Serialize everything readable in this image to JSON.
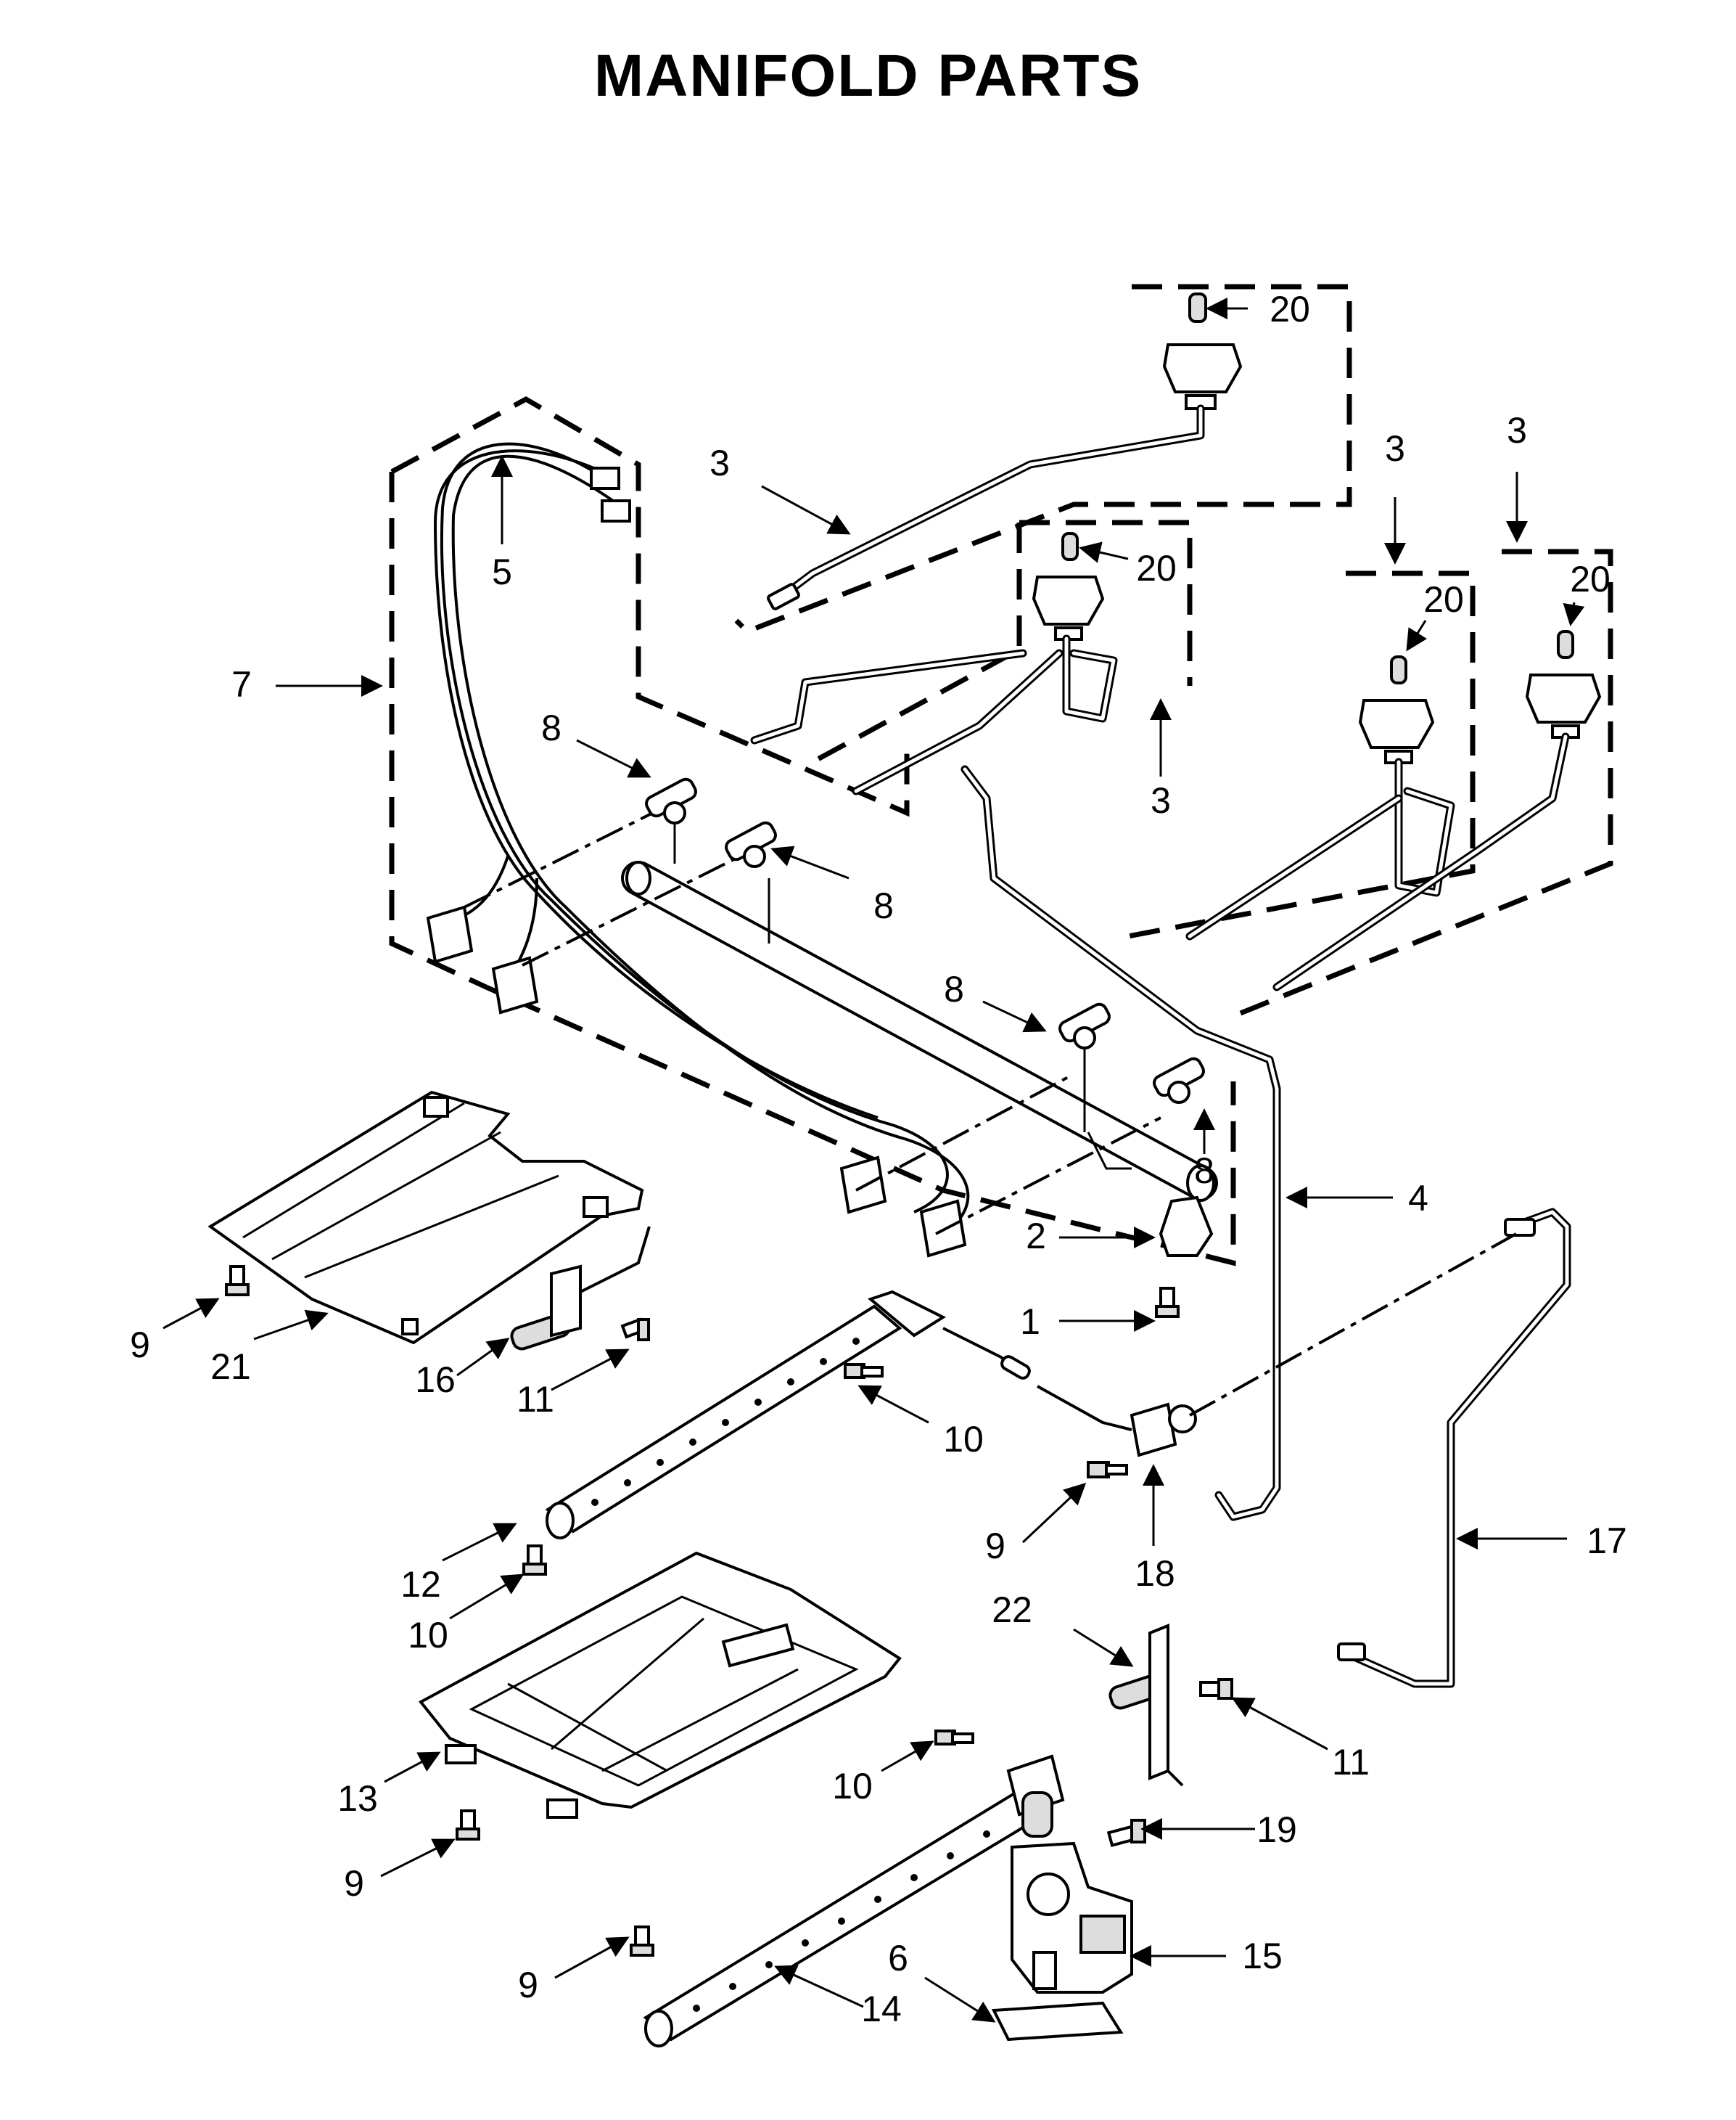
{
  "title": "MANIFOLD PARTS",
  "callouts": [
    {
      "id": "c20a",
      "text": "20"
    },
    {
      "id": "c3a",
      "text": "3"
    },
    {
      "id": "c5",
      "text": "5"
    },
    {
      "id": "c20b",
      "text": "20"
    },
    {
      "id": "c3b",
      "text": "3"
    },
    {
      "id": "c3c",
      "text": "3"
    },
    {
      "id": "c20c",
      "text": "20"
    },
    {
      "id": "c20d",
      "text": "20"
    },
    {
      "id": "c7",
      "text": "7"
    },
    {
      "id": "c8a",
      "text": "8"
    },
    {
      "id": "c3d",
      "text": "3"
    },
    {
      "id": "c8b",
      "text": "8"
    },
    {
      "id": "c8c",
      "text": "8"
    },
    {
      "id": "c8d",
      "text": "8"
    },
    {
      "id": "c4",
      "text": "4"
    },
    {
      "id": "c2",
      "text": "2"
    },
    {
      "id": "c1",
      "text": "1"
    },
    {
      "id": "c9a",
      "text": "9"
    },
    {
      "id": "c21",
      "text": "21"
    },
    {
      "id": "c16",
      "text": "16"
    },
    {
      "id": "c11a",
      "text": "11"
    },
    {
      "id": "c10a",
      "text": "10"
    },
    {
      "id": "c9b",
      "text": "9"
    },
    {
      "id": "c18",
      "text": "18"
    },
    {
      "id": "c17",
      "text": "17"
    },
    {
      "id": "c12",
      "text": "12"
    },
    {
      "id": "c10b",
      "text": "10"
    },
    {
      "id": "c22",
      "text": "22"
    },
    {
      "id": "c11b",
      "text": "11"
    },
    {
      "id": "c13",
      "text": "13"
    },
    {
      "id": "c10c",
      "text": "10"
    },
    {
      "id": "c19",
      "text": "19"
    },
    {
      "id": "c9c",
      "text": "9"
    },
    {
      "id": "c6",
      "text": "6"
    },
    {
      "id": "c15",
      "text": "15"
    },
    {
      "id": "c9d",
      "text": "9"
    },
    {
      "id": "c14",
      "text": "14"
    }
  ]
}
